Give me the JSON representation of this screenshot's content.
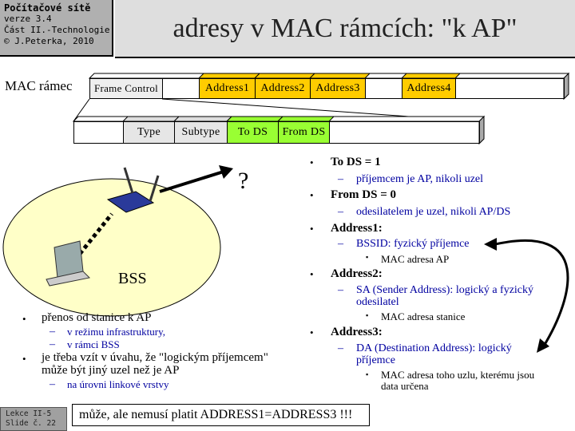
{
  "header": {
    "course": "Počítačové sítě",
    "version": "verze 3.4",
    "part": "Část II.-Technologie",
    "copyright": "© J.Peterka, 2010",
    "title": "adresy v MAC rámcích: \"k AP\""
  },
  "frame": {
    "label": "MAC rámec",
    "fields": [
      "Frame Control",
      "",
      "Address1",
      "Address2",
      "Address3",
      "",
      "Address4",
      ""
    ]
  },
  "fc": {
    "fields": [
      "",
      "Type",
      "Subtype",
      "To DS",
      "From DS",
      ""
    ]
  },
  "colors": {
    "address": "#ffcc00",
    "ds": "#99ff33",
    "bss": "#ffffc8"
  },
  "diagram": {
    "question": "?",
    "bss": "BSS"
  },
  "left": {
    "b1": "přenos od stanice k AP",
    "s1": "v režimu infrastruktury,",
    "s2": "v rámci BSS",
    "b2a": "je třeba vzít v úvahu, že \"logickým  příjemcem\"",
    "b2b": "může být jiný uzel než je AP",
    "s3": "na úrovni linkové vrstvy"
  },
  "right": {
    "todh": "To DS = 1",
    "tods": "příjemcem  je AP, nikoli uzel",
    "fromh": "From DS = 0",
    "froms": "odesilatelem je uzel, nikoli AP/DS",
    "a1": "Address1:",
    "a1s": "BSSID: fyzický příjemce",
    "a1ss": "MAC adresa AP",
    "a2": "Address2:",
    "a2s": "SA (Sender Address): logický  a fyzický",
    "a2s2": "odesilatel",
    "a2ss": "MAC adresa stanice",
    "a3": "Address3:",
    "a3s": "DA (Destination Address): logický",
    "a3s2": "příjemce",
    "a3ss": "MAC adresa toho uzlu, kterému jsou",
    "a3ss2": "data určena"
  },
  "footer": {
    "lesson": "Lekce II-5",
    "slide": "Slide č. 22",
    "note": "může, ale nemusí platit ADDRESS1=ADDRESS3  !!!"
  }
}
